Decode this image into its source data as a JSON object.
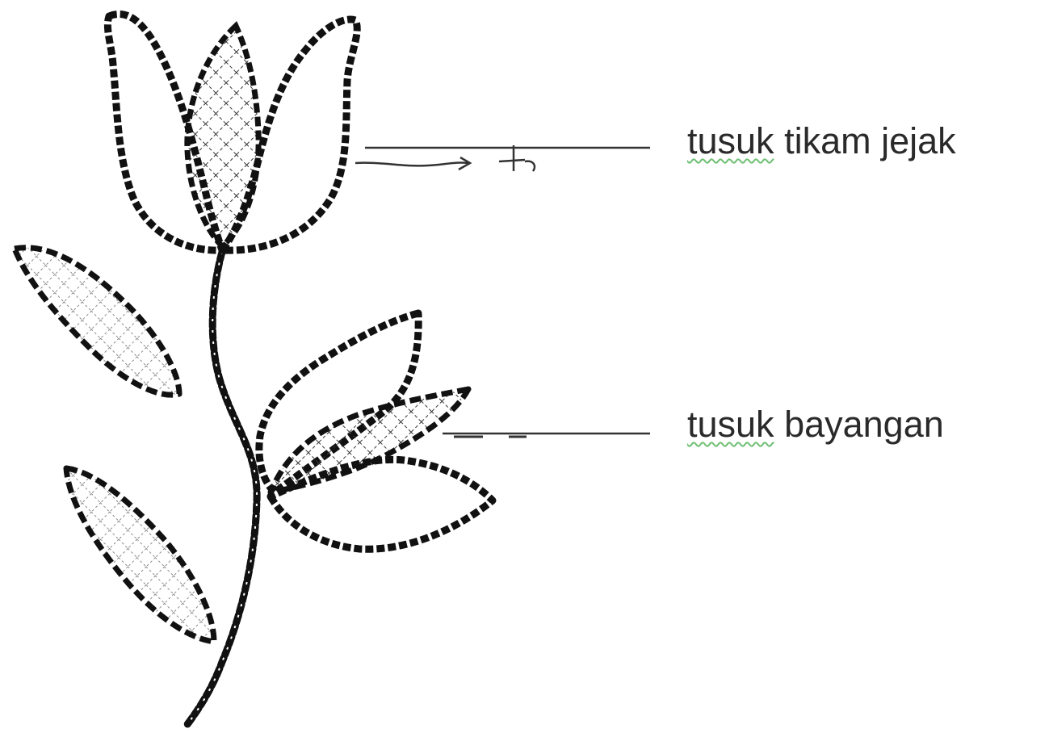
{
  "labels": {
    "top": {
      "underlined_word": "tusuk",
      "rest": " tikam jejak"
    },
    "bottom": {
      "underlined_word": "tusuk",
      "rest": " bayangan"
    }
  },
  "colors": {
    "ink": "#111111",
    "label_text": "#2a2a2a",
    "spellcheck_underline": "#6fbf73",
    "leader_line": "#333333",
    "background": "#ffffff"
  }
}
